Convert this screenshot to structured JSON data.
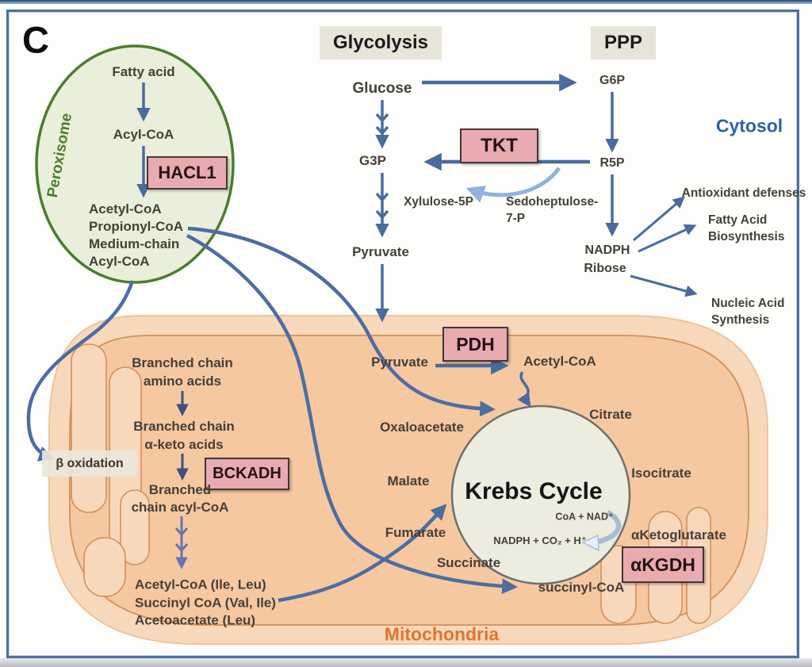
{
  "panel": {
    "label": "C"
  },
  "colors": {
    "arrow_blue": "#4d6da2",
    "light_blue_arrow": "#8fb3dc",
    "mito_outer_fill": "#f8d8bb",
    "mito_matrix_fill": "#f5c8a0",
    "mito_line": "#d2905a",
    "peroxisome_fill": "#e9efda",
    "peroxisome_border": "#4d7c2e",
    "enzyme_box_fill": "#e7abb0",
    "krebs_circle_fill": "#ececdf",
    "header_box_fill": "#e7e5d8",
    "cytosol_text": "#2d62a6",
    "mitochondria_text": "#df752b"
  },
  "cytosol": {
    "glycolysis_header": "Glycolysis",
    "ppp_header": "PPP",
    "cytosol_label": "Cytosol",
    "glucose": "Glucose",
    "g6p": "G6P",
    "g3p": "G3P",
    "r5p": "R5P",
    "pyruvate": "Pyruvate",
    "tkt": "TKT",
    "xylulose": "Xylulose-5P",
    "sedoheptulose_line1": "Sedoheptulose-",
    "sedoheptulose_line2": "7-P",
    "nadph": "NADPH",
    "ribose": "Ribose",
    "antioxidant": "Antioxidant defenses",
    "fatty_acid_line1": "Fatty Acid",
    "fatty_acid_line2": "Biosynthesis",
    "nucleic_line1": "Nucleic Acid",
    "nucleic_line2": "Synthesis"
  },
  "peroxisome": {
    "label": "Peroxisome",
    "fatty_acid": "Fatty acid",
    "acyl_coa": "Acyl-CoA",
    "hacl1": "HACL1",
    "products": [
      "Acetyl-CoA",
      "Propionyl-CoA",
      "Medium-chain",
      "Acyl-CoA"
    ]
  },
  "mitochondria": {
    "label": "Mitochondria",
    "pyruvate": "Pyruvate",
    "pdh": "PDH",
    "acetyl_coa": "Acetyl-CoA",
    "beta_oxidation": "β oxidation",
    "branched1_line1": "Branched chain",
    "branched1_line2": "amino acids",
    "branched2_line1": "Branched chain",
    "branched2_line2": "α-keto acids",
    "bckadh": "BCKADH",
    "branched3_line1": "Branched",
    "branched3_line2": "chain acyl-CoA",
    "bc_products": [
      "Acetyl-CoA (Ile, Leu)",
      "Succinyl CoA (Val, Ile)",
      "Acetoacetate (Leu)"
    ],
    "krebs": {
      "title": "Krebs Cycle",
      "coa_nad": "CoA + NAD⁺",
      "nadph_co2": "NADPH + CO₂ + H⁺",
      "citrate": "Citrate",
      "isocitrate": "Isocitrate",
      "aketoglutarate": "αKetoglutarate",
      "akgdh": "αKGDH",
      "succinyl_coa": "succinyl-CoA",
      "succinate": "Succinate",
      "fumarate": "Fumarate",
      "malate": "Malate",
      "oxaloacetate": "Oxaloacetate"
    }
  }
}
